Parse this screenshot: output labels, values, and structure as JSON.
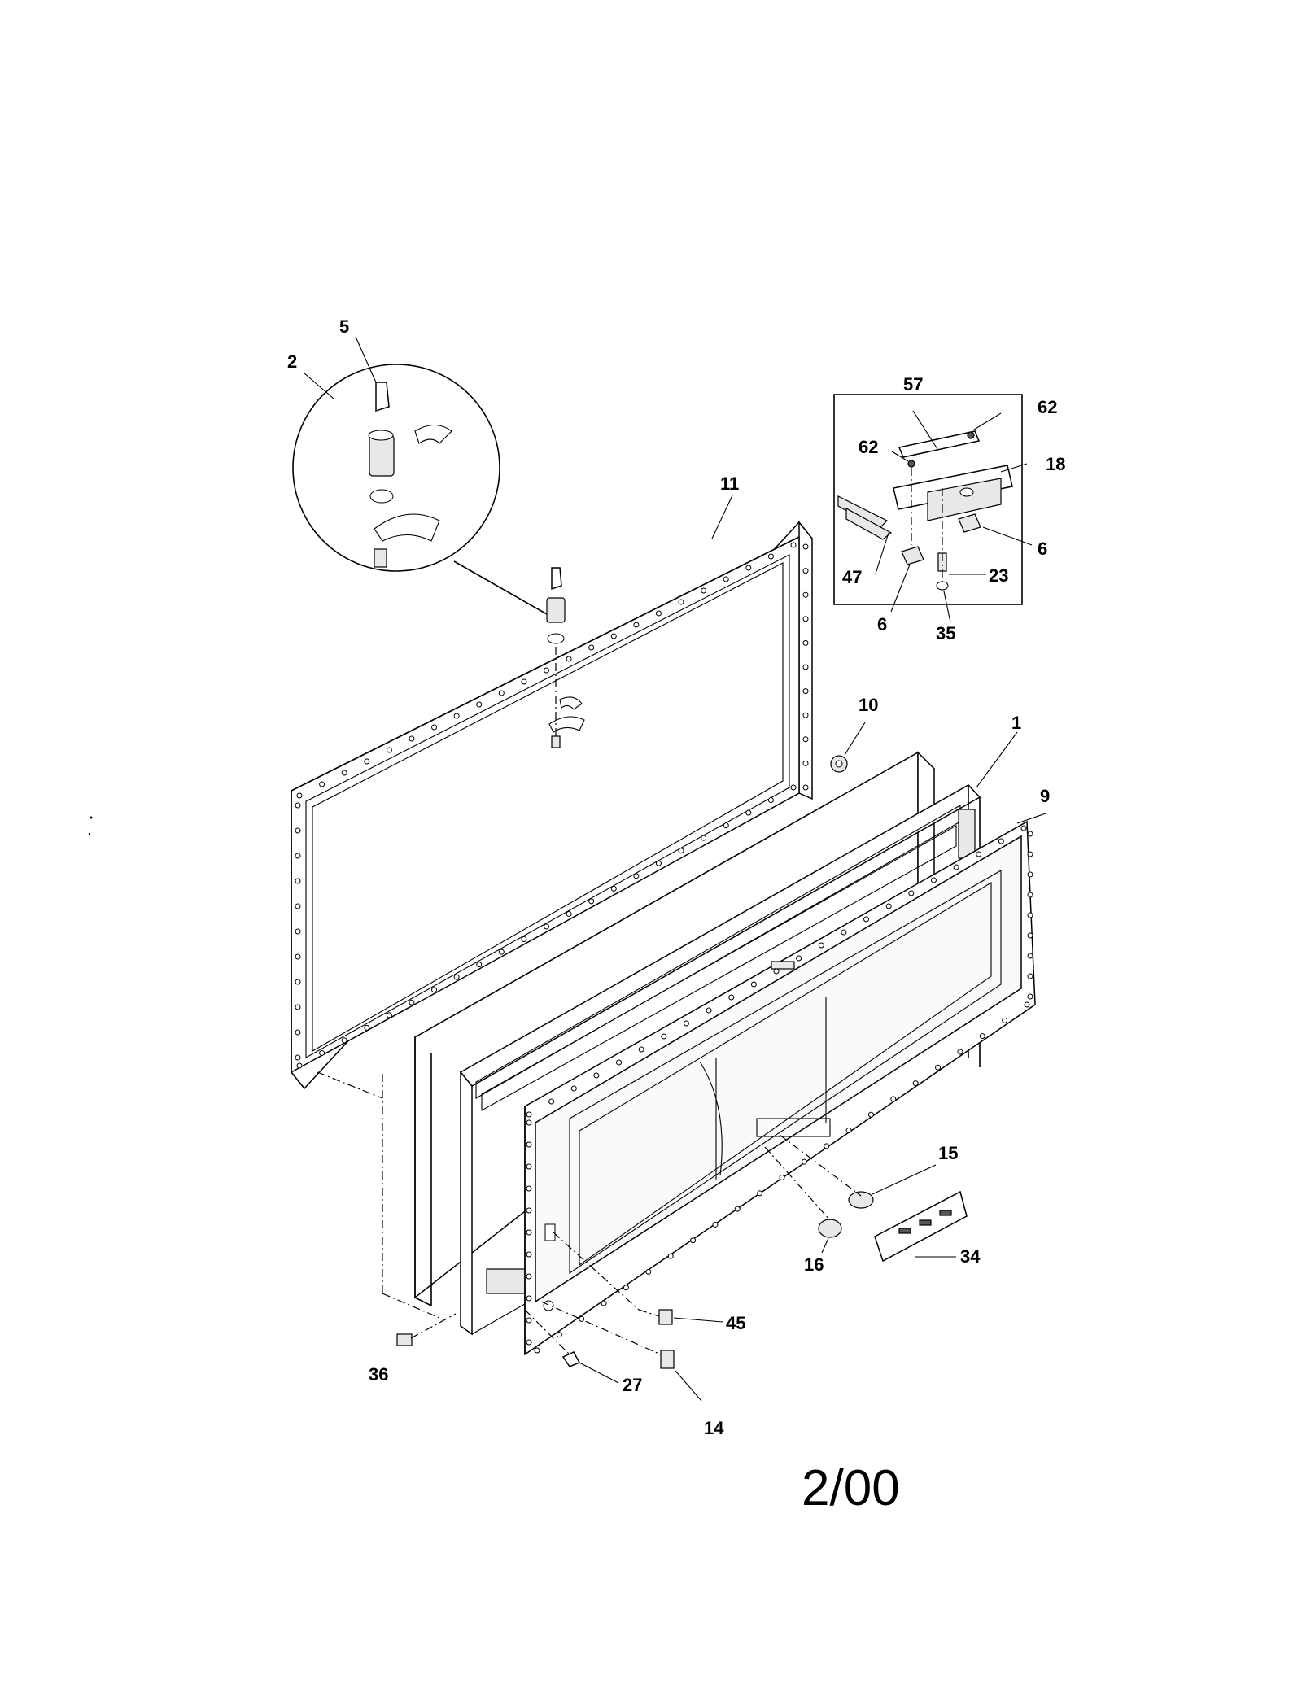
{
  "callouts": {
    "c1": "1",
    "c2": "2",
    "c5": "5",
    "c6a": "6",
    "c6b": "6",
    "c9": "9",
    "c10": "10",
    "c11": "11",
    "c14": "14",
    "c15": "15",
    "c16": "16",
    "c18": "18",
    "c23": "23",
    "c27": "27",
    "c34": "34",
    "c35": "35",
    "c36": "36",
    "c45": "45",
    "c47": "47",
    "c57": "57",
    "c62a": "62",
    "c62b": "62"
  },
  "revision_date": "2/00"
}
